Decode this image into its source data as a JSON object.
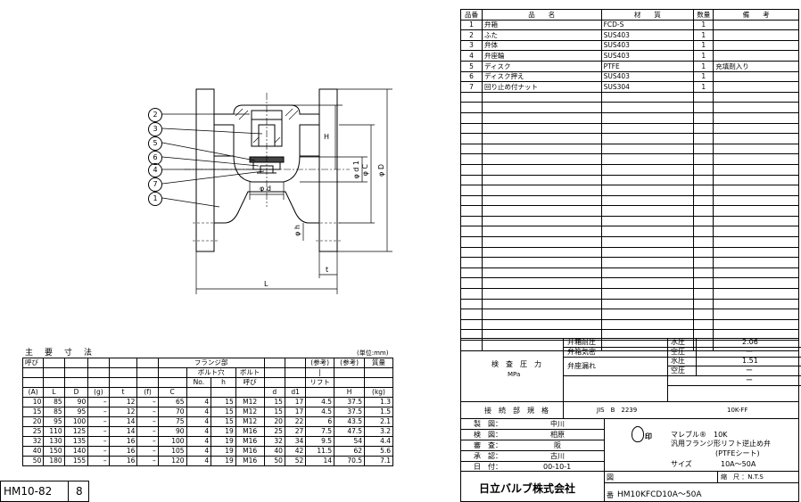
{
  "parts_table": {
    "headers": [
      "品番",
      "品　　名",
      "材　　質",
      "数量",
      "備　　考"
    ],
    "rows": [
      {
        "no": "1",
        "name": "弁箱",
        "material": "FCD-S",
        "qty": "1",
        "note": ""
      },
      {
        "no": "2",
        "name": "ふた",
        "material": "SUS403",
        "qty": "1",
        "note": ""
      },
      {
        "no": "3",
        "name": "弁体",
        "material": "SUS403",
        "qty": "1",
        "note": ""
      },
      {
        "no": "4",
        "name": "弁座輪",
        "material": "SUS403",
        "qty": "1",
        "note": ""
      },
      {
        "no": "5",
        "name": "ディスク",
        "material": "PTFE",
        "qty": "1",
        "note": "充填剤入り"
      },
      {
        "no": "6",
        "name": "ディスク押え",
        "material": "SUS403",
        "qty": "1",
        "note": ""
      },
      {
        "no": "7",
        "name": "回り止め付ナット",
        "material": "SUS304",
        "qty": "1",
        "note": ""
      }
    ],
    "empty_rows": 25
  },
  "drawing": {
    "balloons": [
      "2",
      "3",
      "5",
      "6",
      "4",
      "7",
      "1"
    ],
    "dim_labels": {
      "H": "H",
      "phi_d1": "φ d 1",
      "phi_C": "φ C",
      "phi_D": "φ D",
      "phi_d": "φ d",
      "phi_h": "φ h",
      "t": "t",
      "L": "L"
    }
  },
  "dims_table": {
    "title": "主　要　寸　法",
    "unit": "(単位:mm)",
    "header1": {
      "size": "呼び",
      "flange": "フランジ部",
      "ref1": "(参考)",
      "ref2": "(参考)",
      "mass": "質量"
    },
    "header2": {
      "bolt_hole": "ボルト穴",
      "bolt": "ボルト",
      "lift_mark": "|"
    },
    "header3": {
      "no": "No.",
      "h": "h",
      "bolt_size": "呼び",
      "lift": "リフト"
    },
    "header4": [
      "(A)",
      "L",
      "D",
      "(g)",
      "t",
      "(f)",
      "C",
      "",
      "",
      "",
      "d",
      "d1",
      "",
      "H",
      "(kg)"
    ],
    "rows": [
      [
        "10",
        "85",
        "90",
        "–",
        "12",
        "–",
        "65",
        "4",
        "15",
        "M12",
        "15",
        "17",
        "4.5",
        "37.5",
        "1.3"
      ],
      [
        "15",
        "85",
        "95",
        "–",
        "12",
        "–",
        "70",
        "4",
        "15",
        "M12",
        "15",
        "17",
        "4.5",
        "37.5",
        "1.5"
      ],
      [
        "20",
        "95",
        "100",
        "–",
        "14",
        "–",
        "75",
        "4",
        "15",
        "M12",
        "20",
        "22",
        "6",
        "43.5",
        "2.1"
      ],
      [
        "25",
        "110",
        "125",
        "–",
        "14",
        "–",
        "90",
        "4",
        "19",
        "M16",
        "25",
        "27",
        "7.5",
        "47.5",
        "3.2"
      ],
      [
        "32",
        "130",
        "135",
        "–",
        "16",
        "–",
        "100",
        "4",
        "19",
        "M16",
        "32",
        "34",
        "9.5",
        "54",
        "4.4"
      ],
      [
        "40",
        "150",
        "140",
        "–",
        "16",
        "–",
        "105",
        "4",
        "19",
        "M16",
        "40",
        "42",
        "11.5",
        "62",
        "5.6"
      ],
      [
        "50",
        "180",
        "155",
        "–",
        "16",
        "–",
        "120",
        "4",
        "19",
        "M16",
        "50",
        "52",
        "14",
        "70.5",
        "7.1"
      ]
    ]
  },
  "inspection": {
    "label": "検　査　圧　力",
    "unit": "MPa",
    "items": [
      {
        "name": "弁箱耐圧",
        "medium": "水圧",
        "value": "2.06"
      },
      {
        "name": "弁箱気密",
        "medium": "空圧",
        "value": "ー"
      },
      {
        "name": "弁座漏れ",
        "medium": "水圧",
        "value": "1.51"
      },
      {
        "name": "",
        "medium": "空圧",
        "value": "ー"
      },
      {
        "name": "",
        "medium": "",
        "value": "ー"
      }
    ]
  },
  "standard": {
    "label": "接　続　部　規　格",
    "value": "JIS　B　2239",
    "rating": "10K-FF"
  },
  "approvals": [
    {
      "role": "製　図：",
      "name": "中川"
    },
    {
      "role": "検　図：",
      "name": "相原"
    },
    {
      "role": "審　査：",
      "name": "阪"
    },
    {
      "role": "承　認：",
      "name": "古川"
    },
    {
      "role": "日　付：",
      "name": "00-10-1"
    }
  ],
  "product": {
    "brand_mark": "印",
    "line1": "マレブル®　10K",
    "line2": "汎用フランジ形リフト逆止め弁",
    "line3": "(PTFEシート)",
    "size_label": "サイズ",
    "size_value": "10A～50A"
  },
  "scale": {
    "label": "縮　尺 ：N.T.S"
  },
  "drawing_no": {
    "label_top": "図",
    "label_bottom": "番",
    "value": "HM10KFCD10A～50A"
  },
  "company": "日立バルブ株式会社",
  "page_ref": {
    "code": "HM10-82",
    "page": "8"
  }
}
